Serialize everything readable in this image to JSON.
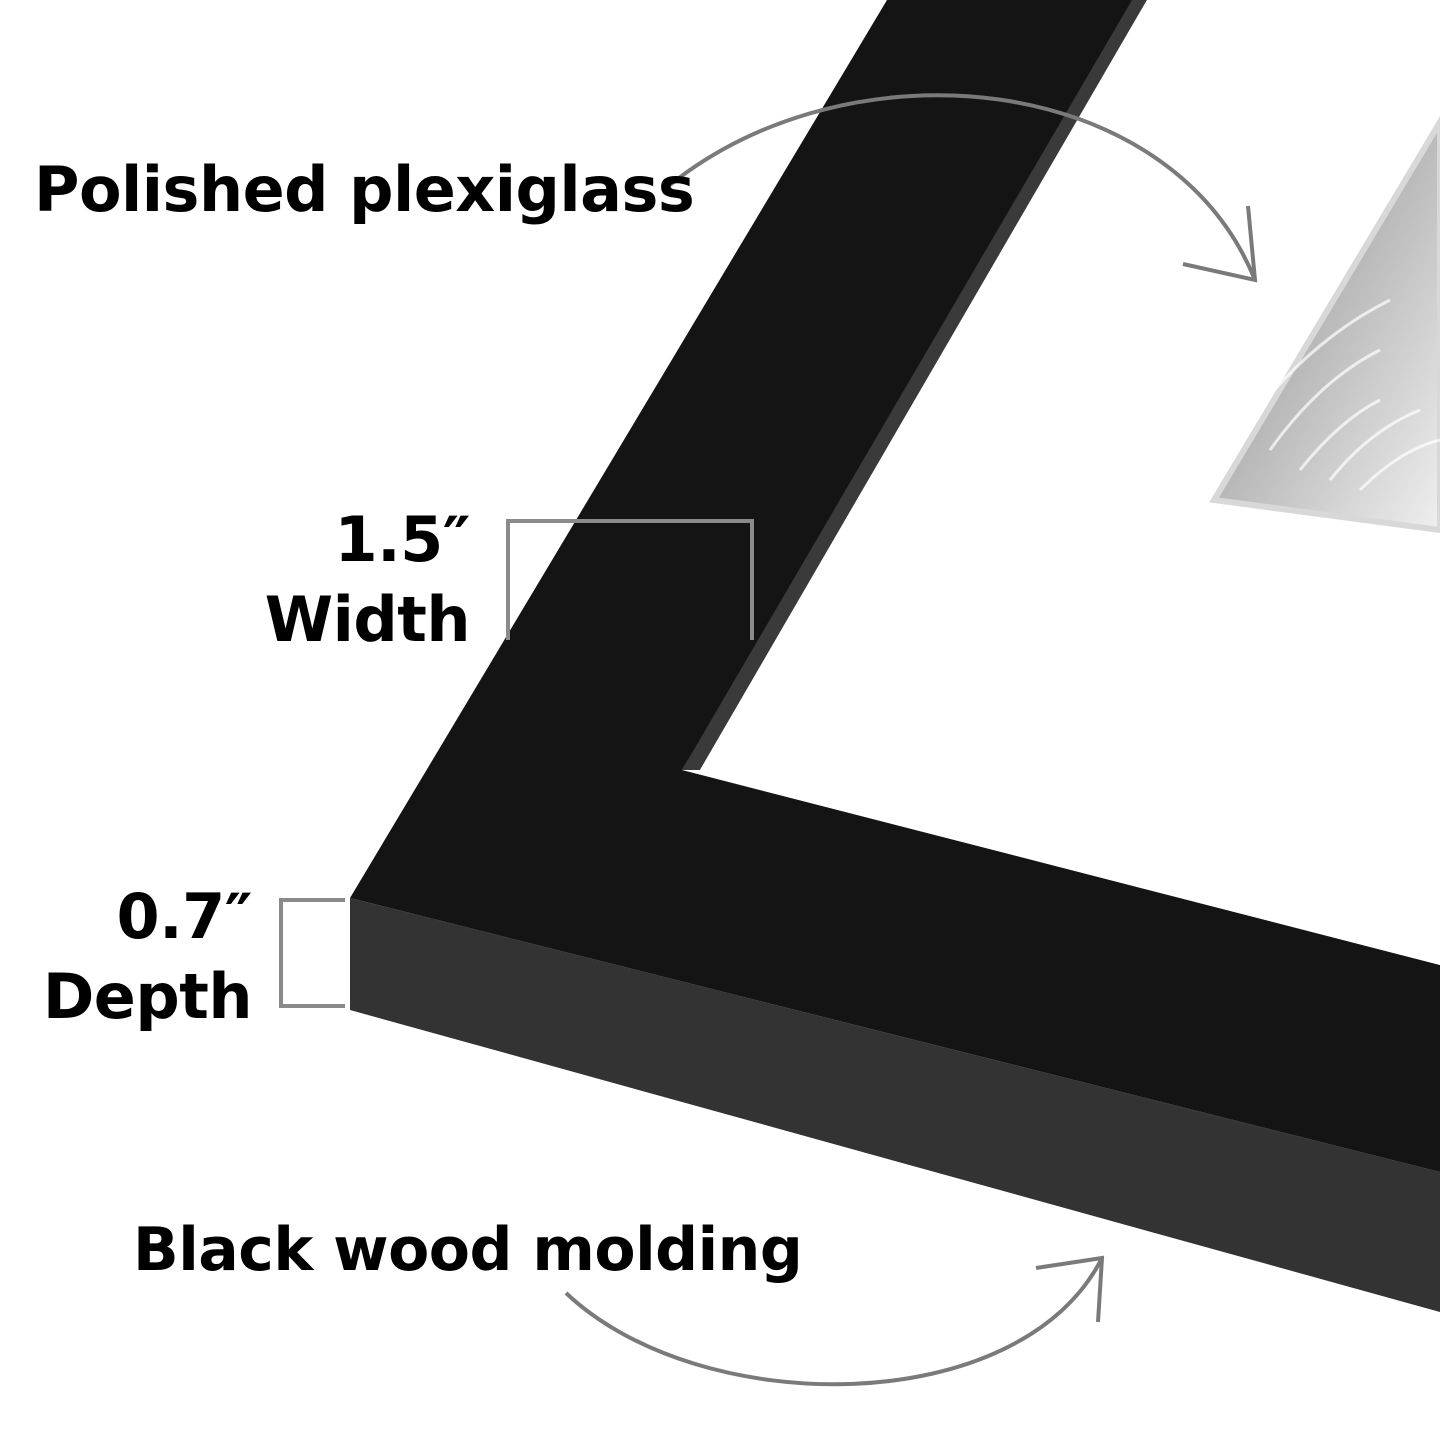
{
  "labels": {
    "plexiglass": "Polished plexiglass",
    "molding": "Black wood molding",
    "width_value": "1.5″",
    "width_label": "Width",
    "depth_value": "0.7″",
    "depth_label": "Depth"
  },
  "colors": {
    "frame_face": "#141414",
    "frame_side": "#333333",
    "frame_inner_bevel": "#3a3a3a",
    "mat": "#ffffff",
    "photo": "#9a9a9a",
    "callout_lines": "#7a7a7a",
    "text": "#000000"
  }
}
